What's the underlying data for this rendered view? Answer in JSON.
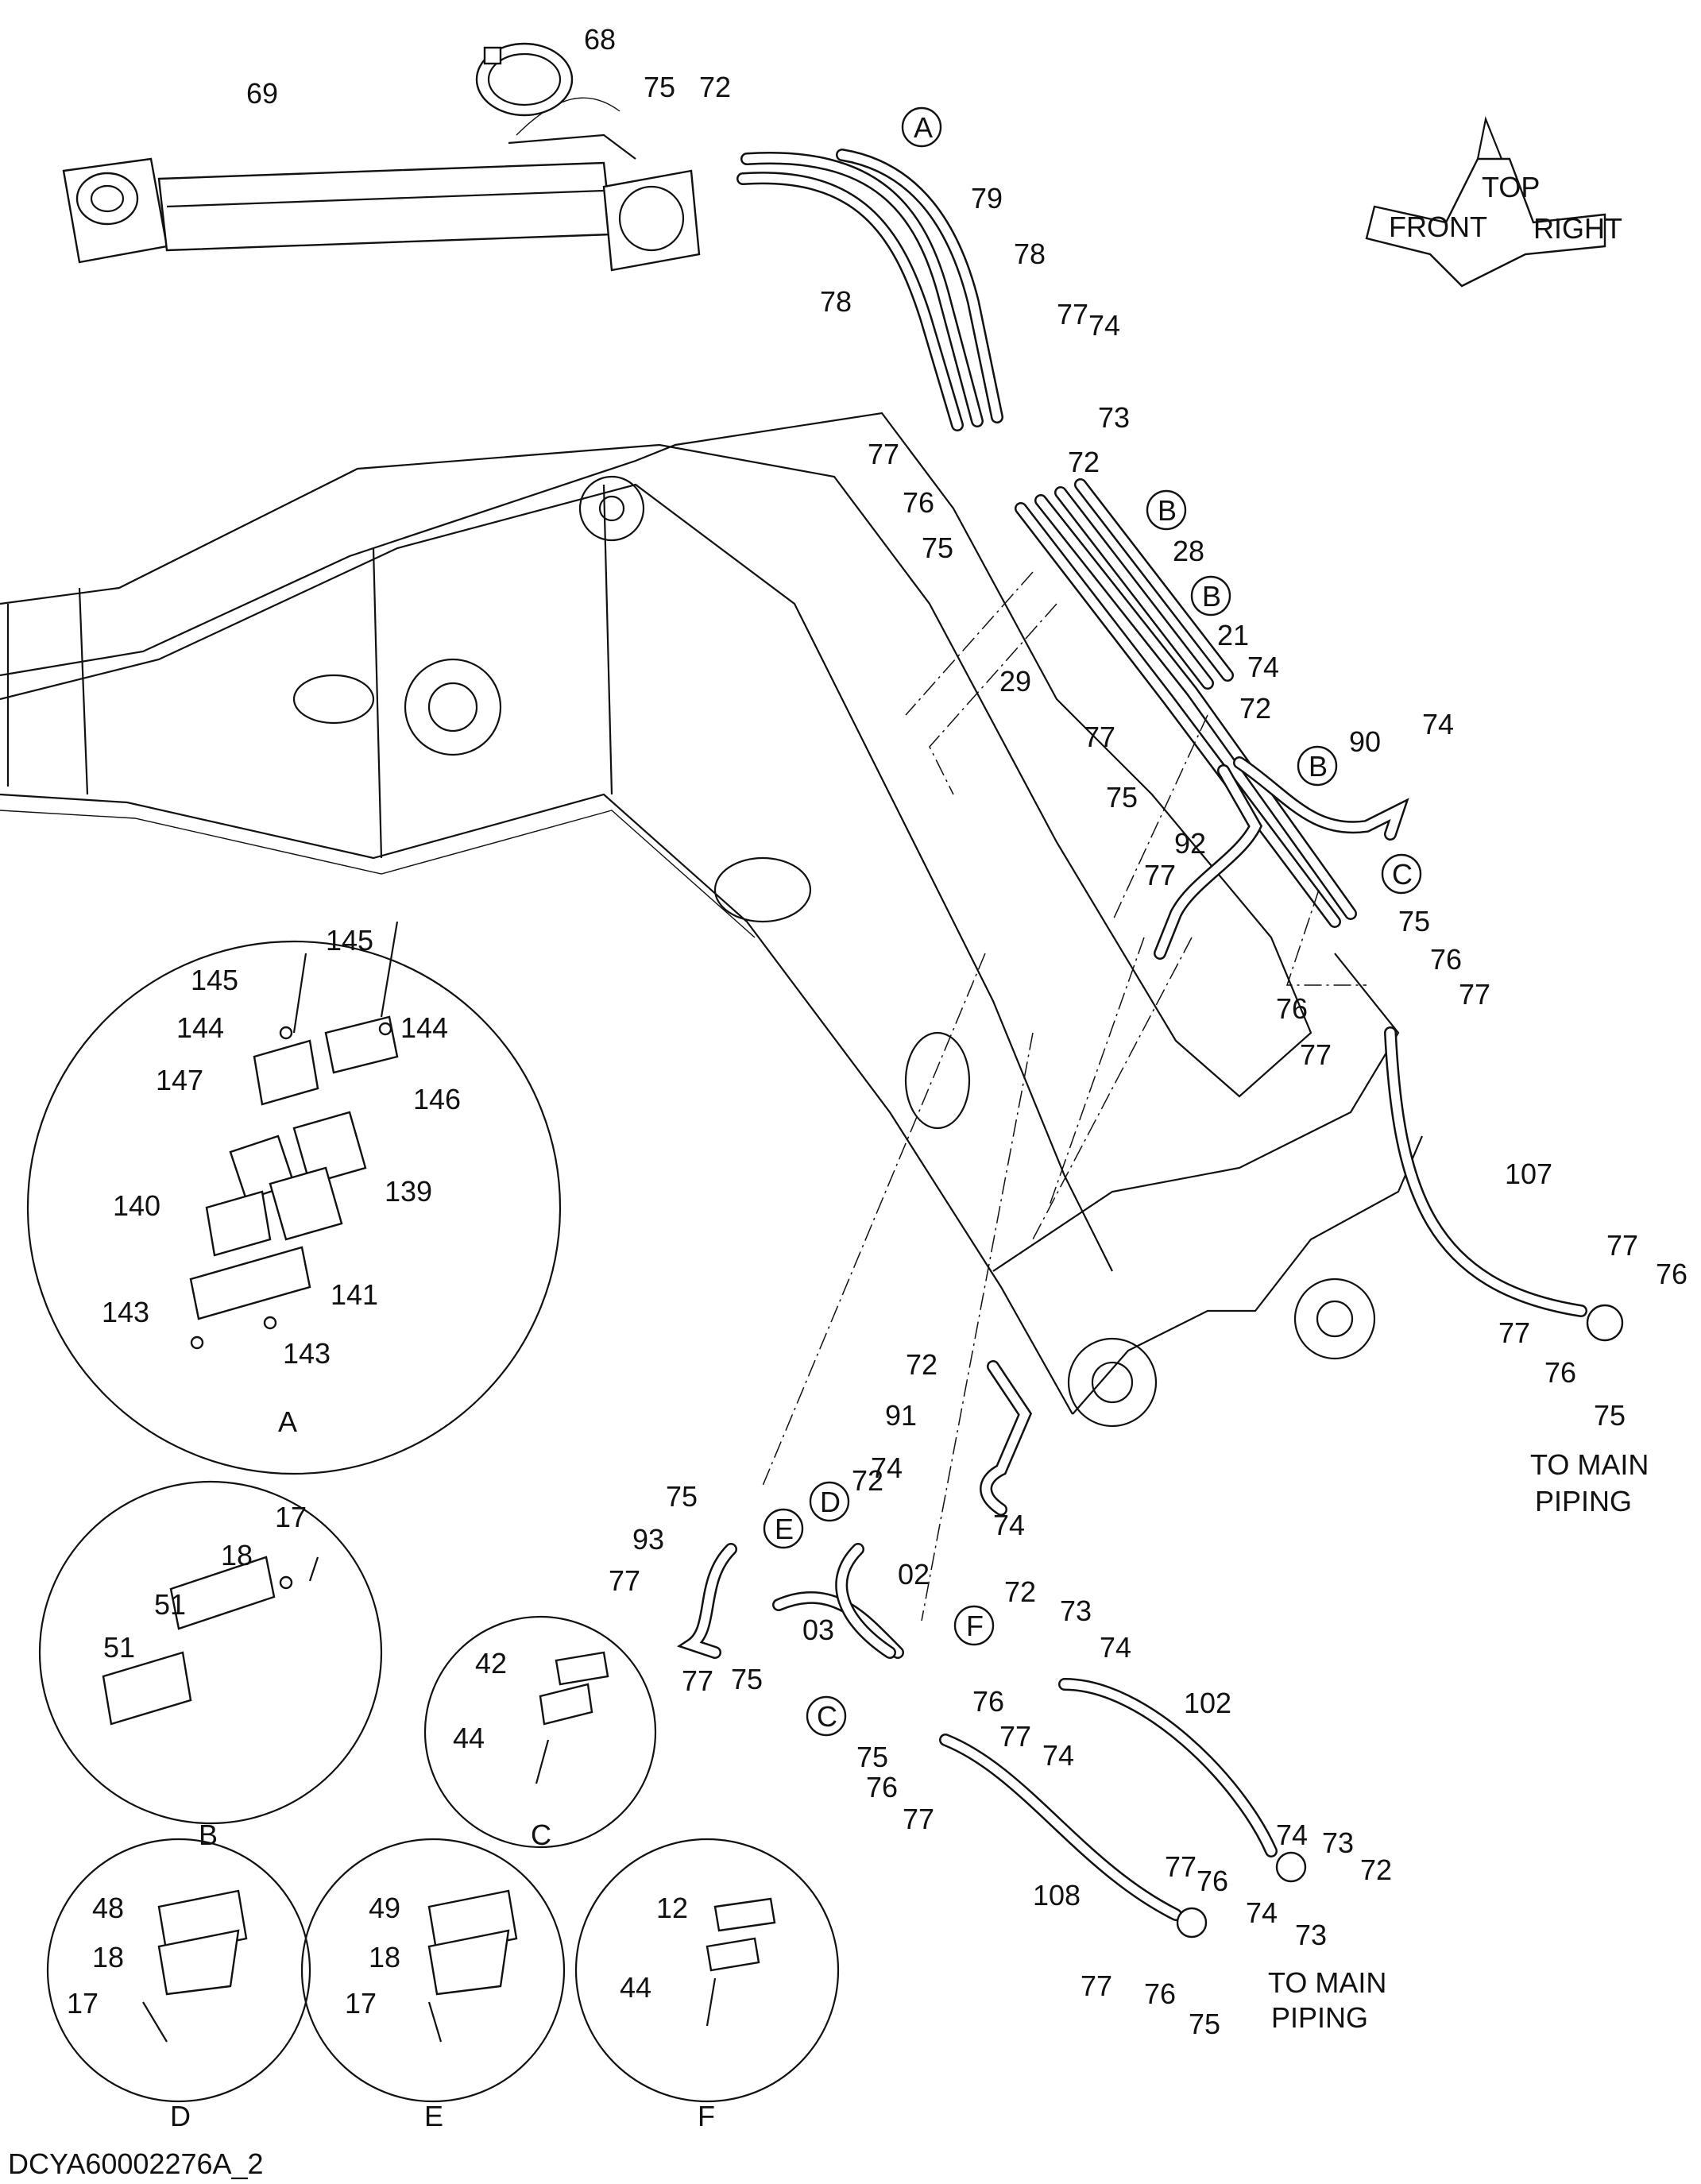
{
  "drawing_id": "DCYA60002276A_2",
  "callouts": {
    "A": "A",
    "B": "B",
    "C": "C",
    "D": "D",
    "E": "E",
    "F": "F"
  },
  "orientation_arrows": {
    "top": "TOP",
    "front": "FRONT",
    "right": "RIGHT"
  },
  "notes": {
    "to_main_piping_line1": "TO MAIN",
    "to_main_piping_line2": "PIPING"
  },
  "detail_views": [
    {
      "id": "A",
      "label": "A",
      "parts": [
        "145",
        "145",
        "144",
        "144",
        "147",
        "146",
        "140",
        "139",
        "141",
        "143",
        "143"
      ]
    },
    {
      "id": "B",
      "label": "B",
      "parts": [
        "17",
        "18",
        "51",
        "51"
      ]
    },
    {
      "id": "C",
      "label": "C",
      "parts": [
        "42",
        "44"
      ]
    },
    {
      "id": "D",
      "label": "D",
      "parts": [
        "48",
        "18",
        "17"
      ]
    },
    {
      "id": "E",
      "label": "E",
      "parts": [
        "49",
        "18",
        "17"
      ]
    },
    {
      "id": "F",
      "label": "F",
      "parts": [
        "12",
        "44"
      ]
    }
  ],
  "part_numbers": [
    "68",
    "69",
    "75",
    "72",
    "79",
    "78",
    "78",
    "77",
    "74",
    "77",
    "73",
    "72",
    "76",
    "75",
    "28",
    "21",
    "29",
    "74",
    "72",
    "77",
    "75",
    "90",
    "74",
    "92",
    "77",
    "75",
    "76",
    "76",
    "77",
    "77",
    "107",
    "77",
    "76",
    "77",
    "76",
    "75",
    "72",
    "91",
    "74",
    "72",
    "74",
    "75",
    "93",
    "02",
    "77",
    "03",
    "77",
    "75",
    "72",
    "73",
    "74",
    "102",
    "76",
    "77",
    "75",
    "76",
    "74",
    "77",
    "74",
    "73",
    "72",
    "77",
    "76",
    "108",
    "74",
    "73",
    "77",
    "76",
    "75"
  ]
}
